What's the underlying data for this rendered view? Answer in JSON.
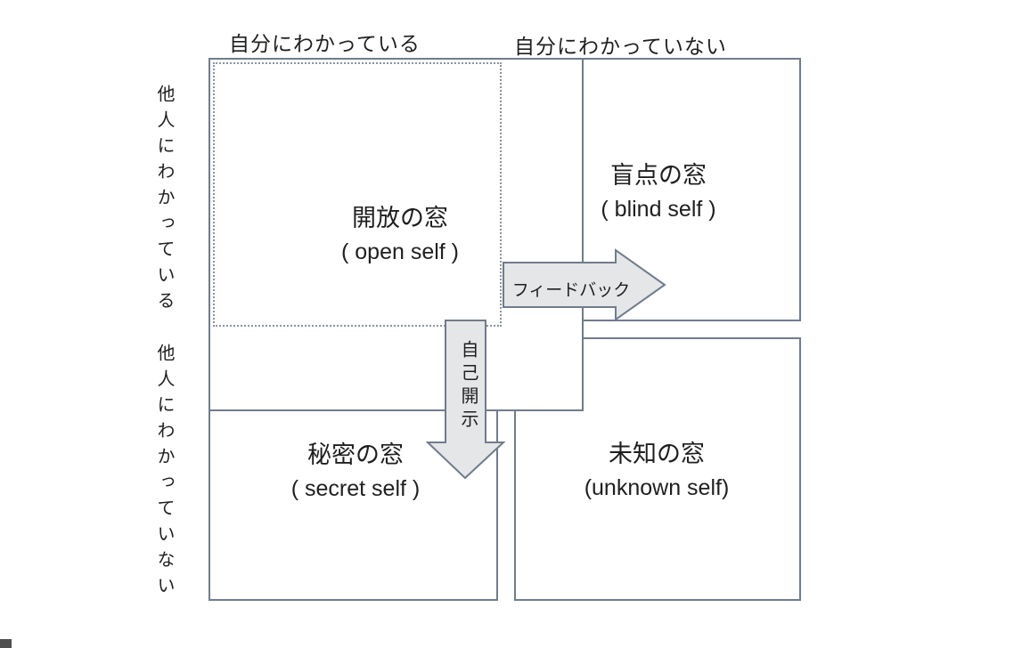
{
  "diagram": {
    "top_axis": {
      "known_to_self": "自分にわかっている",
      "unknown_to_self": "自分にわかっていない"
    },
    "left_axis": {
      "known_to_others": "他人にわかっている",
      "unknown_to_others": "他人にわかっていない"
    },
    "quadrants": {
      "open": {
        "title_jp": "開放の窓",
        "title_en": "( open self )"
      },
      "blind": {
        "title_jp": "盲点の窓",
        "title_en": "( blind self )"
      },
      "secret": {
        "title_jp": "秘密の窓",
        "title_en": "( secret self )"
      },
      "unknown": {
        "title_jp": "未知の窓",
        "title_en": "(unknown self)"
      }
    },
    "arrows": {
      "feedback": {
        "label": "フィードバック",
        "direction": "right"
      },
      "self_disclosure": {
        "label": "自己開示",
        "direction": "down"
      }
    },
    "colors": {
      "line": "#707c8c",
      "dotted_line": "#8a93a0",
      "arrow_fill": "#e5e6e8",
      "text": "#1f1f1f",
      "corner_mark": "#4f4f4f"
    }
  }
}
